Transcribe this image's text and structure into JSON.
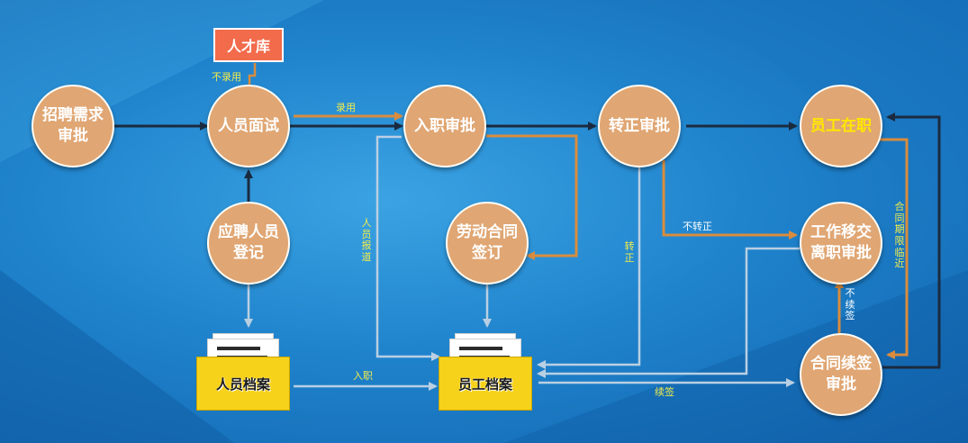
{
  "nodes": {
    "recruit": "招聘需求审批",
    "interview": "人员面试",
    "onboard": "入职审批",
    "regular": "转正审批",
    "active": "员工在职",
    "register": "应聘人员登记",
    "contract": "劳动合同签订",
    "handover": "工作移交离职审批",
    "renew": "合同续签审批"
  },
  "talent_pool": "人才库",
  "folders": {
    "personnel": "人员档案",
    "employee": "员工档案"
  },
  "labels": {
    "not_hired": "不录用",
    "hired": "录用",
    "report": "人员报道",
    "regularize": "转正",
    "not_regularize": "不转正",
    "contract_expiry": "合同期限临近",
    "no_renew": "不续签",
    "entry": "入职",
    "renew_sign": "续签"
  },
  "colors": {
    "node_fill": "#e0a673",
    "dark_arrow": "#1b2b3f",
    "orange_arrow": "#d98c3d",
    "light_arrow": "#b9cfe3",
    "label_text": "#f3ec4b",
    "highlight_text": "#ffe800",
    "talent_fill": "#f26b4b",
    "folder_fill": "#f7d21a"
  }
}
